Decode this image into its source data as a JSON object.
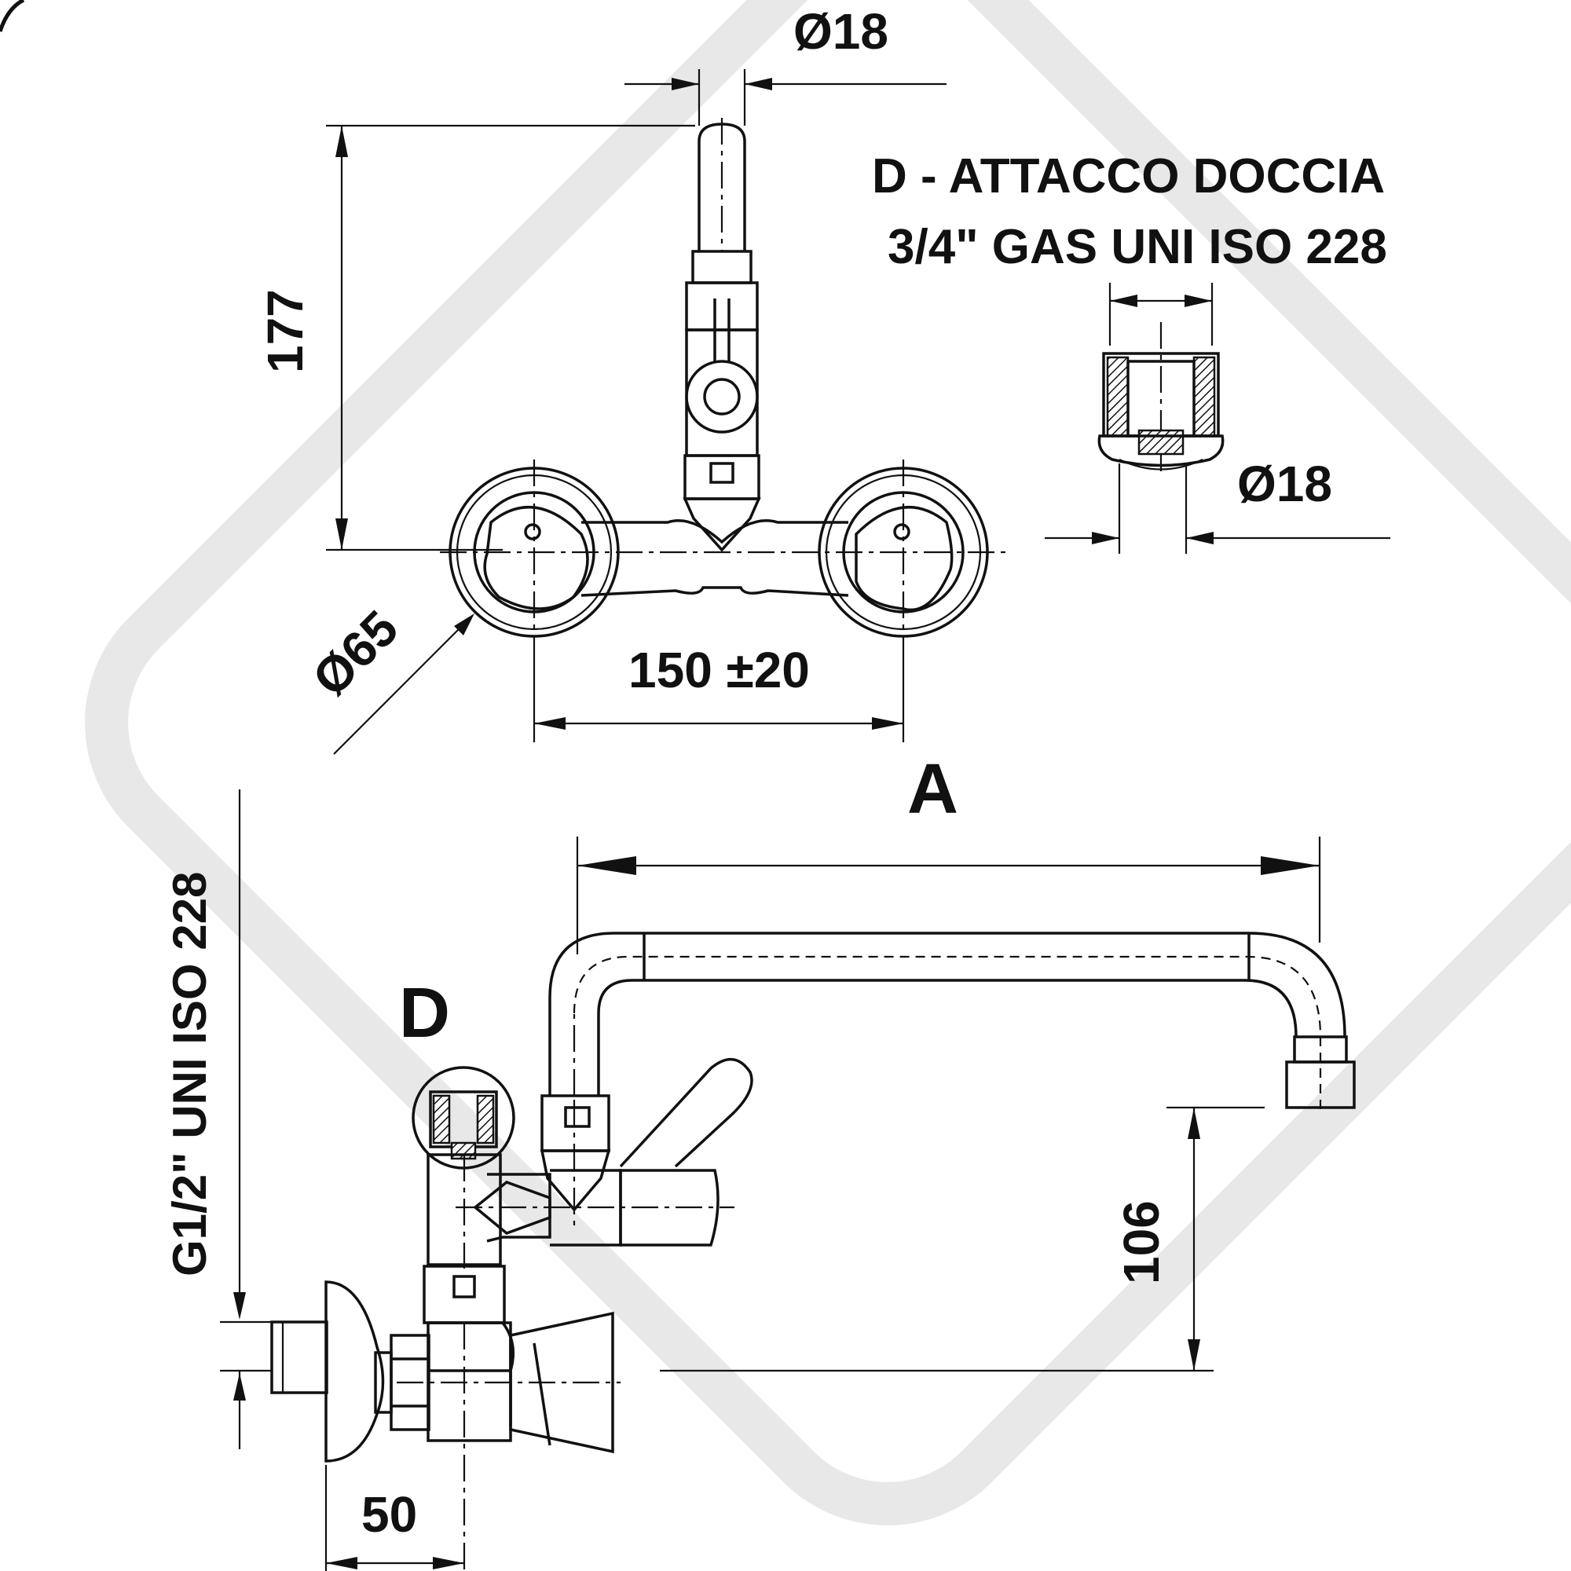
{
  "dimensions": {
    "top_pipe_diameter": "Ø18",
    "overall_height": "177",
    "flange_diameter": "Ø65",
    "center_distance": "150 ±20",
    "shower_port_diameter": "Ø18",
    "spout_reach": "A",
    "spout_height": "106",
    "inlet_thread": "G1/2\" UNI ISO 228",
    "wall_offset": "50"
  },
  "notes": {
    "detail_title_line1": "D - ATTACCO DOCCIA",
    "detail_title_line2": "3/4\" GAS UNI ISO 228",
    "detail_marker": "D"
  }
}
